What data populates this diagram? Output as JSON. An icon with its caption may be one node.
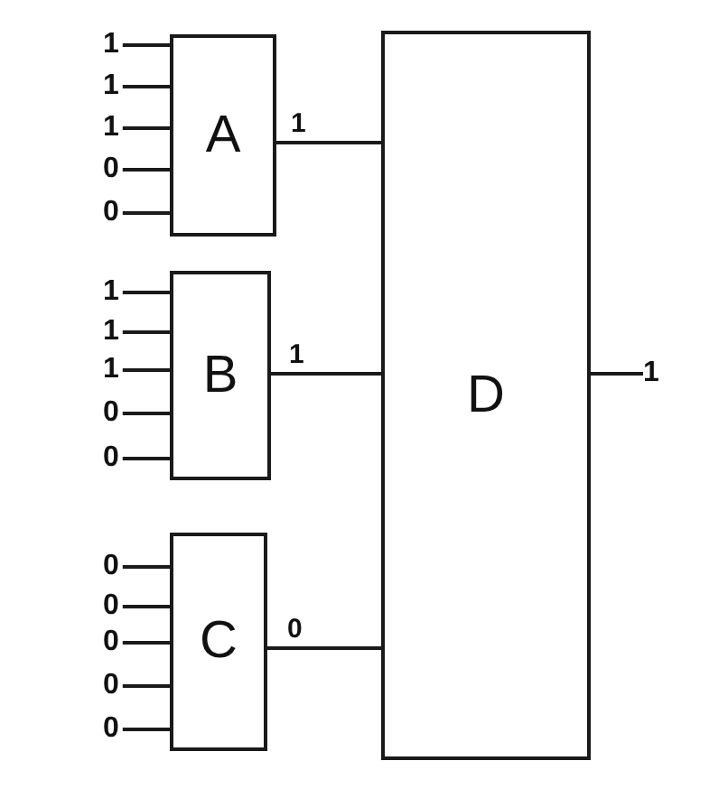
{
  "diagram": {
    "nodes": [
      {
        "text": [
          "A"
        ]
      },
      {
        "text": [
          "B"
        ]
      },
      {
        "text": [
          "C"
        ]
      },
      {
        "text": [
          "D"
        ]
      },
      {
        "text": [
          "1"
        ]
      },
      {
        "text": [
          "1"
        ]
      },
      {
        "text": [
          "1"
        ]
      },
      {
        "text": [
          "1"
        ]
      },
      {
        "text": [
          "0"
        ]
      },
      {
        "text": [
          "0"
        ]
      },
      {
        "text": [
          "1"
        ]
      },
      {
        "text": [
          "1"
        ]
      },
      {
        "text": [
          "1"
        ]
      },
      {
        "text": [
          "0"
        ]
      },
      {
        "text": [
          "0"
        ]
      },
      {
        "text": [
          "0"
        ]
      },
      {
        "text": [
          "0"
        ]
      },
      {
        "text": [
          "0"
        ]
      },
      {
        "text": [
          "0"
        ]
      },
      {
        "text": [
          "0"
        ]
      }
    ],
    "edges": [
      {
        "from": 5,
        "to": 0,
        "arrow": "none"
      },
      {
        "from": 6,
        "to": 0,
        "arrow": "none"
      },
      {
        "from": 7,
        "to": 0,
        "arrow": "none"
      },
      {
        "from": 8,
        "to": 0,
        "arrow": "none"
      },
      {
        "from": 9,
        "to": 0,
        "arrow": "none"
      },
      {
        "from": 10,
        "to": 1,
        "arrow": "none"
      },
      {
        "from": 11,
        "to": 1,
        "arrow": "none"
      },
      {
        "from": 12,
        "to": 1,
        "arrow": "none"
      },
      {
        "from": 13,
        "to": 1,
        "arrow": "none"
      },
      {
        "from": 14,
        "to": 1,
        "arrow": "none"
      },
      {
        "from": 15,
        "to": 2,
        "arrow": "none"
      },
      {
        "from": 16,
        "to": 2,
        "arrow": "none"
      },
      {
        "from": 17,
        "to": 2,
        "arrow": "none"
      },
      {
        "from": 18,
        "to": 2,
        "arrow": "none"
      },
      {
        "from": 19,
        "to": 2,
        "arrow": "none"
      },
      {
        "from": 0,
        "to": 3,
        "arrow": "none",
        "label": "1"
      },
      {
        "from": 1,
        "to": 3,
        "arrow": "none",
        "label": "1"
      },
      {
        "from": 2,
        "to": 3,
        "arrow": "none",
        "label": "0"
      },
      {
        "from": 3,
        "to": 4,
        "arrow": "none"
      }
    ]
  }
}
